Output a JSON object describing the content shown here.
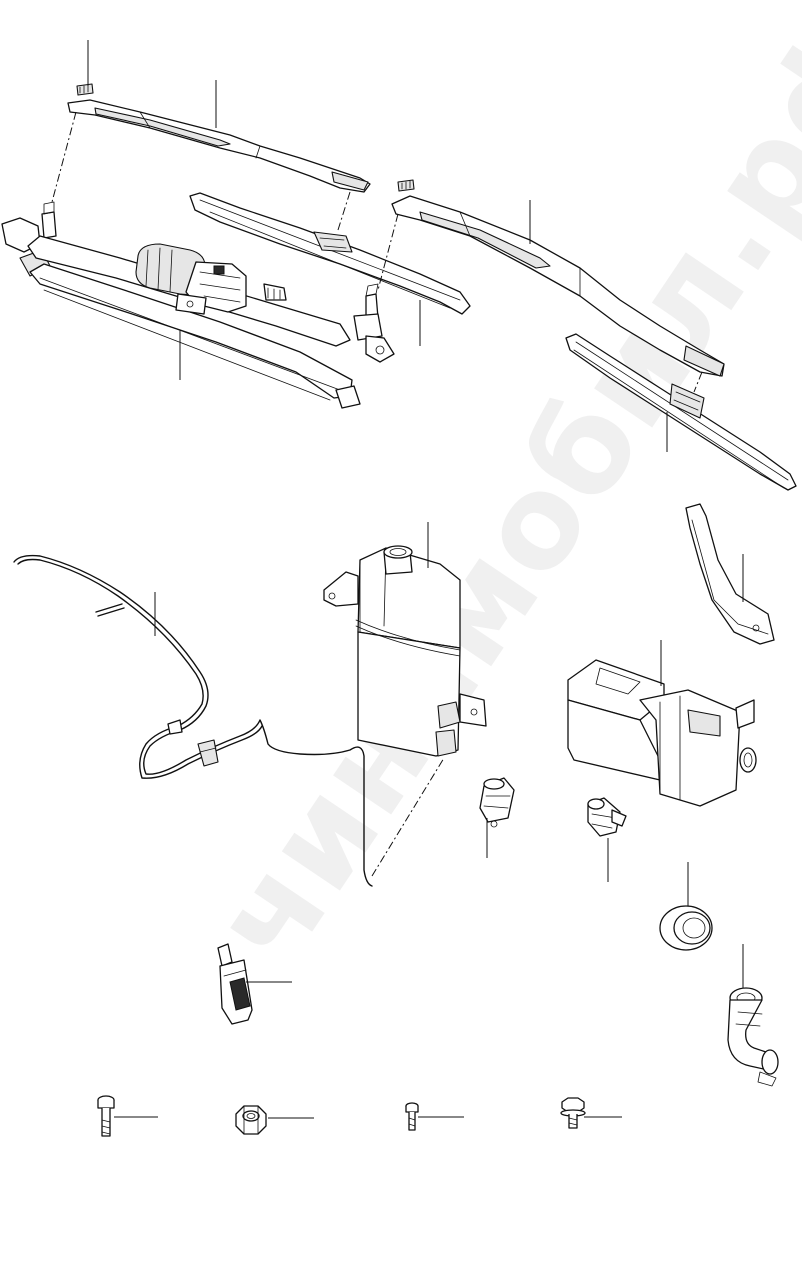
{
  "watermark": {
    "text": "чинамобил.рф",
    "color": "#c8c8c8"
  },
  "parts": [
    {
      "id": "wiper-nut-cap-left",
      "icon": "cap-icon"
    },
    {
      "id": "wiper-arm-left",
      "icon": "wiper-arm-icon"
    },
    {
      "id": "wiper-blade-left",
      "icon": "wiper-blade-icon"
    },
    {
      "id": "wiper-nut-cap-right",
      "icon": "cap-icon"
    },
    {
      "id": "wiper-arm-right",
      "icon": "wiper-arm-icon"
    },
    {
      "id": "wiper-blade-right",
      "icon": "wiper-blade-icon"
    },
    {
      "id": "wiper-linkage-motor",
      "icon": "motor-linkage-icon"
    },
    {
      "id": "washer-hose",
      "icon": "hose-icon"
    },
    {
      "id": "washer-reservoir",
      "icon": "reservoir-icon"
    },
    {
      "id": "reservoir-filler-neck",
      "icon": "filler-neck-icon"
    },
    {
      "id": "washer-reservoir-rear",
      "icon": "reservoir-icon"
    },
    {
      "id": "washer-pump-front",
      "icon": "pump-icon"
    },
    {
      "id": "washer-pump-rear",
      "icon": "pump-icon"
    },
    {
      "id": "grommet",
      "icon": "grommet-icon"
    },
    {
      "id": "filler-elbow",
      "icon": "elbow-icon"
    },
    {
      "id": "washer-nozzle",
      "icon": "nozzle-icon"
    },
    {
      "id": "bolt-long",
      "icon": "bolt-icon"
    },
    {
      "id": "hex-nut",
      "icon": "nut-icon"
    },
    {
      "id": "bolt-small",
      "icon": "bolt-icon"
    },
    {
      "id": "flange-bolt",
      "icon": "flange-bolt-icon"
    }
  ]
}
